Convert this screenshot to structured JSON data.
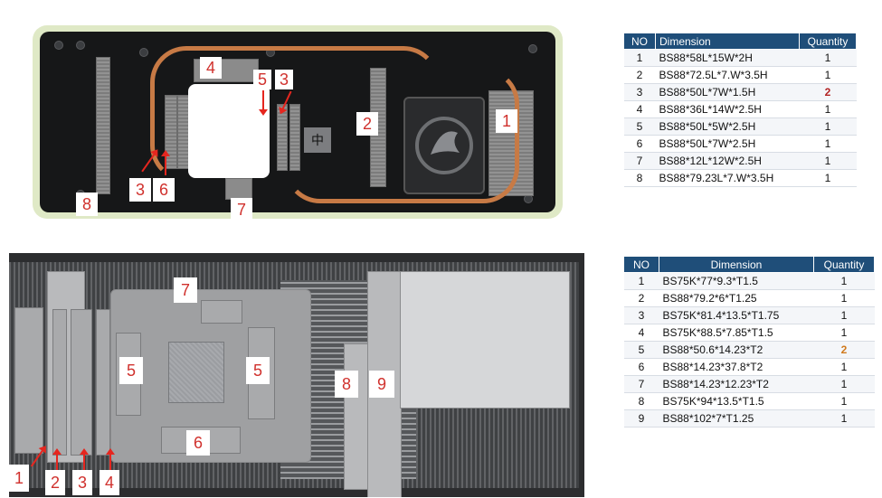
{
  "top_photo_labels": [
    "4",
    "5",
    "3",
    "2",
    "1",
    "3",
    "6",
    "8",
    "7"
  ],
  "top_chip_glyph": "中",
  "bottom_photo_labels": [
    "7",
    "5",
    "5",
    "6",
    "8",
    "9",
    "1",
    "2",
    "3",
    "4"
  ],
  "table_top": {
    "headers": [
      "NO",
      "Dimension",
      "Quantity"
    ],
    "rows": [
      {
        "no": "1",
        "dim": "BS88*58L*15W*2H",
        "qty": "1"
      },
      {
        "no": "2",
        "dim": "BS88*72.5L*7.W*3.5H",
        "qty": "1"
      },
      {
        "no": "3",
        "dim": "BS88*50L*7W*1.5H",
        "qty": "2"
      },
      {
        "no": "4",
        "dim": "BS88*36L*14W*2.5H",
        "qty": "1"
      },
      {
        "no": "5",
        "dim": "BS88*50L*5W*2.5H",
        "qty": "1"
      },
      {
        "no": "6",
        "dim": "BS88*50L*7W*2.5H",
        "qty": "1"
      },
      {
        "no": "7",
        "dim": "BS88*12L*12W*2.5H",
        "qty": "1"
      },
      {
        "no": "8",
        "dim": "BS88*79.23L*7.W*3.5H",
        "qty": "1"
      }
    ]
  },
  "table_bottom": {
    "headers": [
      "NO",
      "Dimension",
      "Quantity"
    ],
    "rows": [
      {
        "no": "1",
        "dim": "BS75K*77*9.3*T1.5",
        "qty": "1"
      },
      {
        "no": "2",
        "dim": "BS88*79.2*6*T1.25",
        "qty": "1"
      },
      {
        "no": "3",
        "dim": "BS75K*81.4*13.5*T1.75",
        "qty": "1"
      },
      {
        "no": "4",
        "dim": "BS75K*88.5*7.85*T1.5",
        "qty": "1"
      },
      {
        "no": "5",
        "dim": "BS88*50.6*14.23*T2",
        "qty": "2"
      },
      {
        "no": "6",
        "dim": "BS88*14.23*37.8*T2",
        "qty": "1"
      },
      {
        "no": "7",
        "dim": "BS88*14.23*12.23*T2",
        "qty": "1"
      },
      {
        "no": "8",
        "dim": "BS75K*94*13.5*T1.5",
        "qty": "1"
      },
      {
        "no": "9",
        "dim": "BS88*102*7*T1.25",
        "qty": "1"
      }
    ]
  },
  "colors": {
    "header_bg": "#1f4e79",
    "label_text": "#d0312d",
    "highlight_top": "#b22222",
    "highlight_bottom": "#d07a1d",
    "heatpipe": "#c77a45"
  }
}
